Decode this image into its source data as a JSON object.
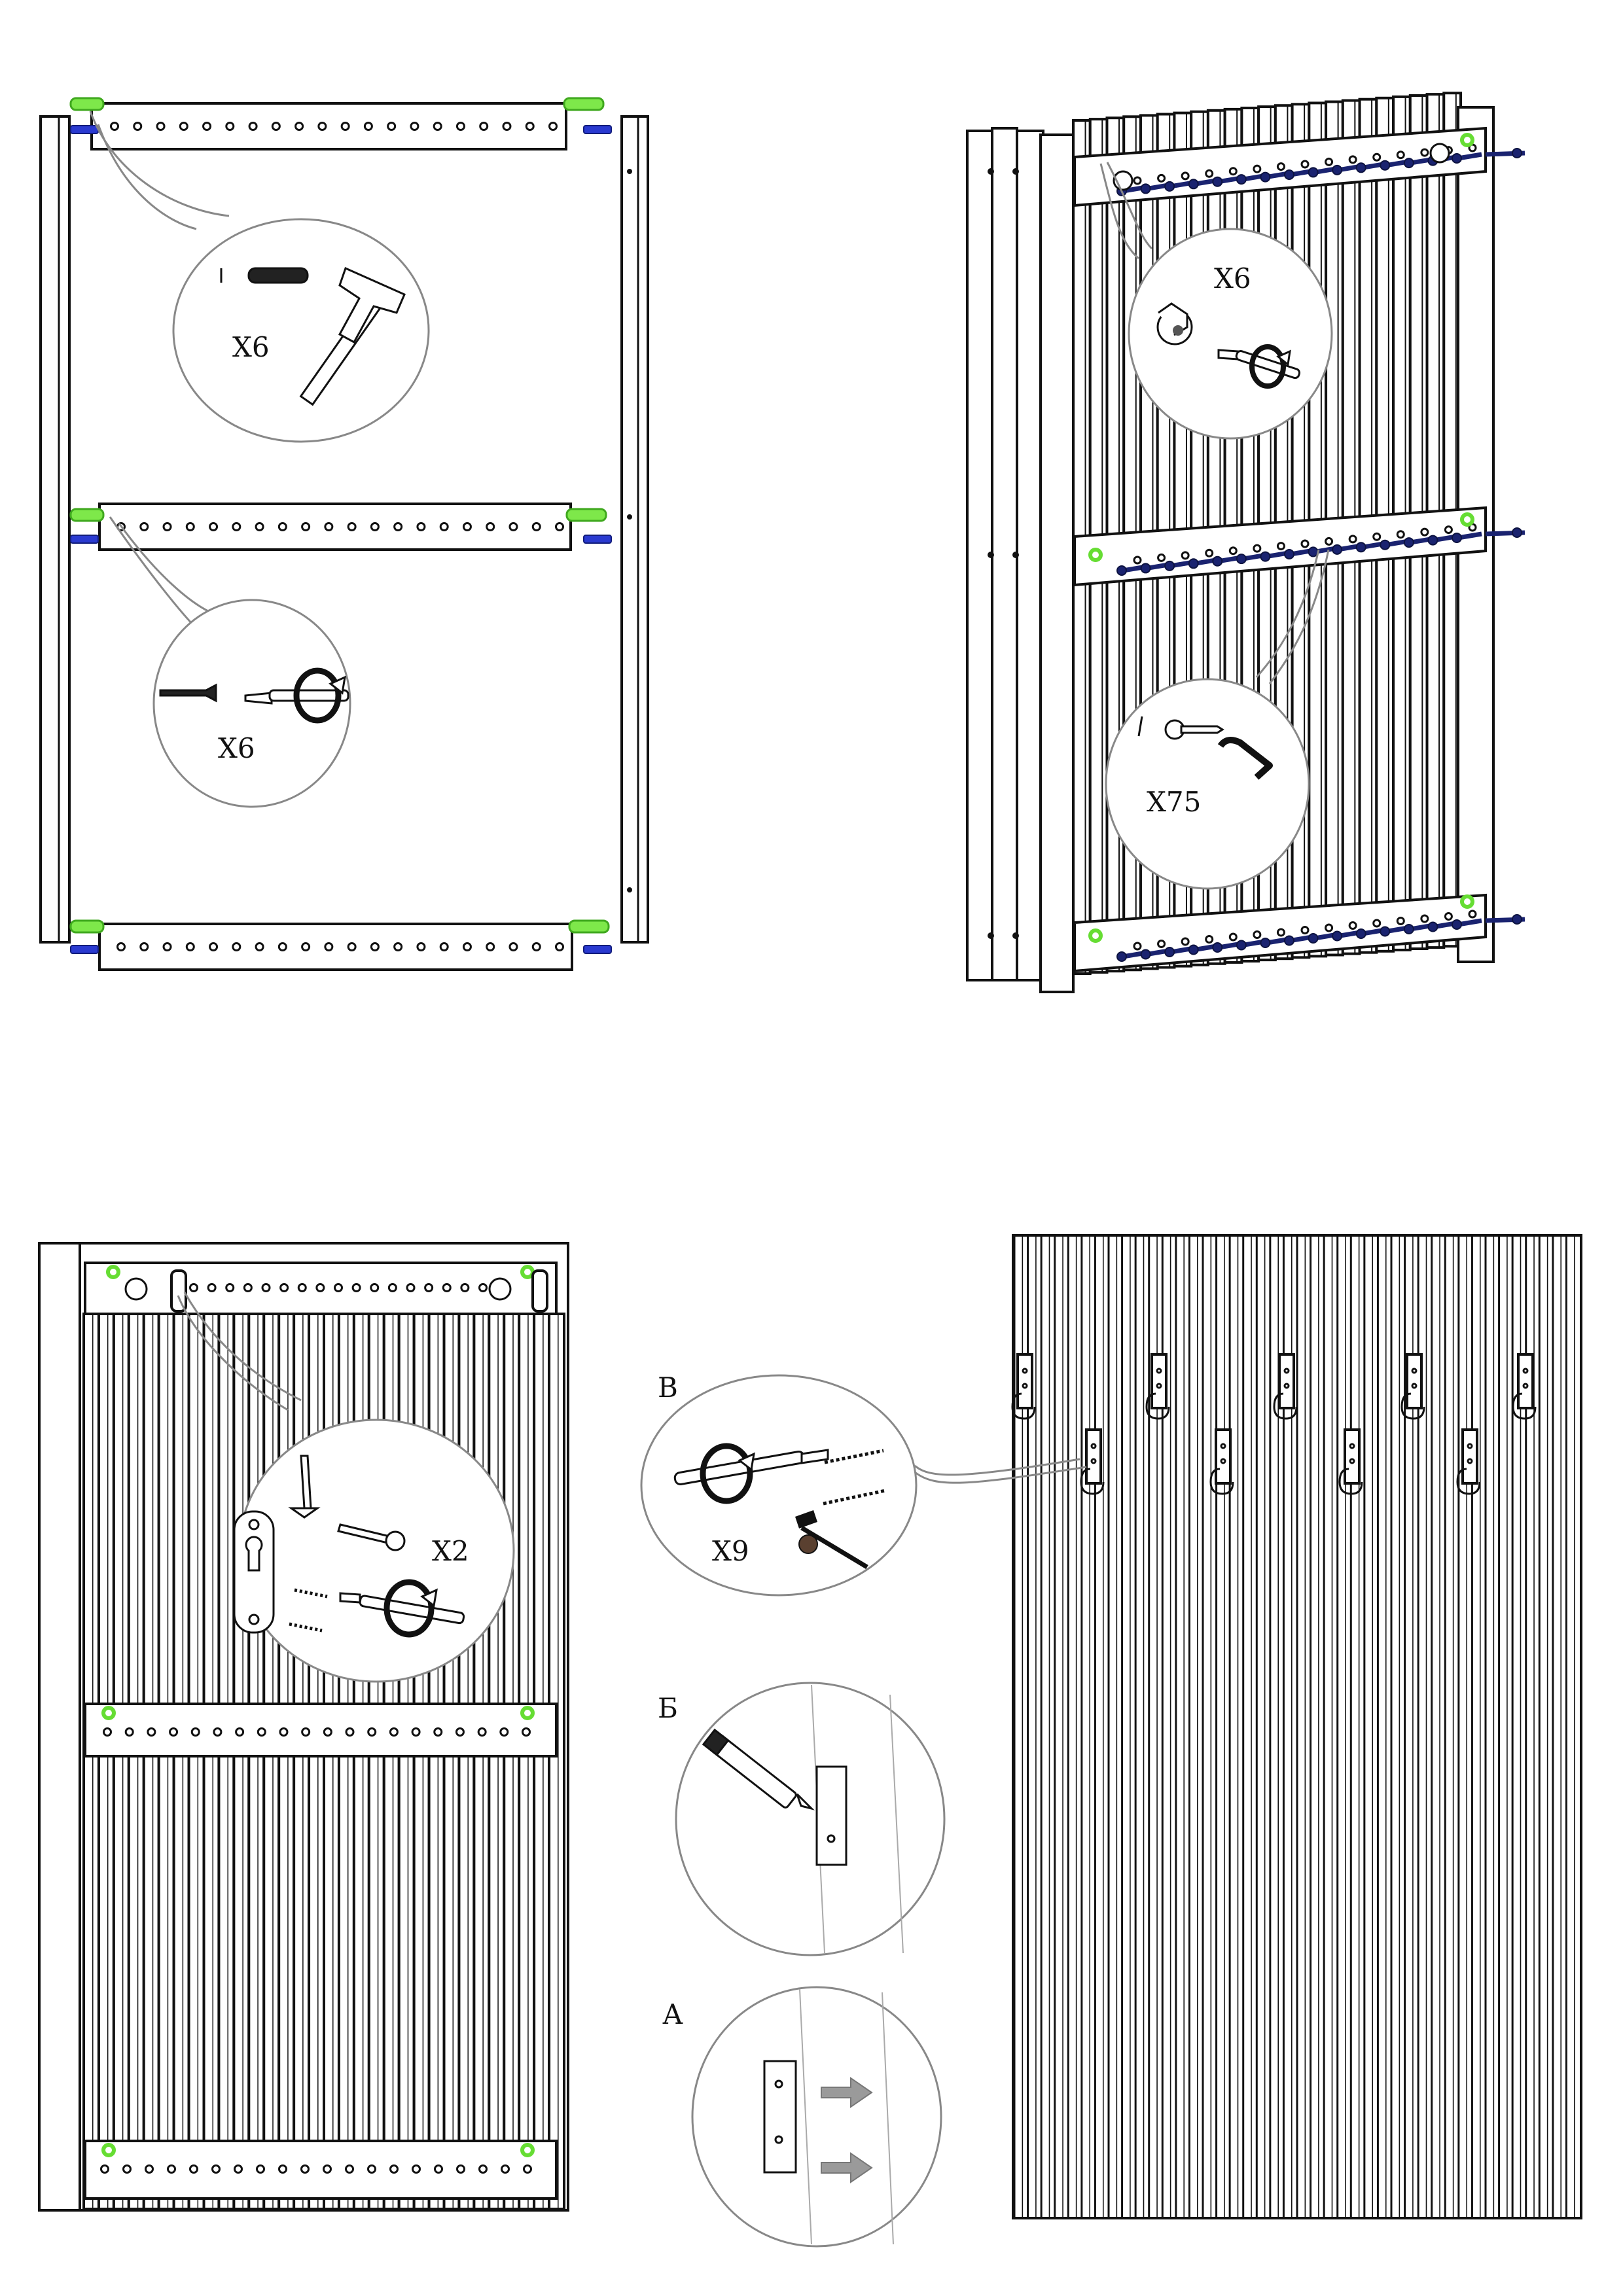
{
  "steps": {
    "step1_frame": {
      "callout_dowel": {
        "qty_label": "X6",
        "icons": [
          "marker-line-icon",
          "wooden-dowel-icon",
          "hammer-icon"
        ]
      },
      "callout_cam": {
        "qty_label": "X6",
        "icons": [
          "cam-bolt-icon",
          "screwdriver-icon",
          "clockwise-rotation-icon"
        ]
      },
      "rails": 3,
      "rail_holes": 20
    },
    "step2_slats": {
      "callout_camlock": {
        "qty_label": "X6",
        "icons": [
          "cam-lock-icon",
          "screwdriver-icon",
          "clockwise-rotation-icon"
        ]
      },
      "callout_screws": {
        "qty_label": "X75",
        "icons": [
          "marker-line-icon",
          "washer-screw-icon",
          "hex-key-icon"
        ]
      },
      "slats": 23,
      "screws_per_rail": 15
    },
    "step3_wall_mount": {
      "callout_bracket": {
        "qty_label": "X2",
        "icons": [
          "keyhole-bracket-icon",
          "wood-screw-icon",
          "flat-screw-icon",
          "wall-plug-icon",
          "screwdriver-icon",
          "clockwise-rotation-icon"
        ]
      },
      "slats": 32
    },
    "step4_hooks": {
      "callout_v": {
        "letter": "В",
        "qty_label": "X9",
        "icons": [
          "screwdriver-icon",
          "clockwise-rotation-icon",
          "wall-plug-icon",
          "black-screw-icon"
        ]
      },
      "callout_b": {
        "letter": "Б",
        "icons": [
          "pencil-icon",
          "hook-icon"
        ]
      },
      "callout_a": {
        "letter": "А",
        "icons": [
          "hook-icon",
          "grey-arrow-icon"
        ]
      },
      "hooks": 9,
      "slats": 42
    }
  },
  "colors": {
    "line": "#111111",
    "bubble_outline": "#888888",
    "dowel_green": "#7ee84a",
    "bolt_blue": "#2a3ad0",
    "screw_navy": "#1a2370"
  }
}
